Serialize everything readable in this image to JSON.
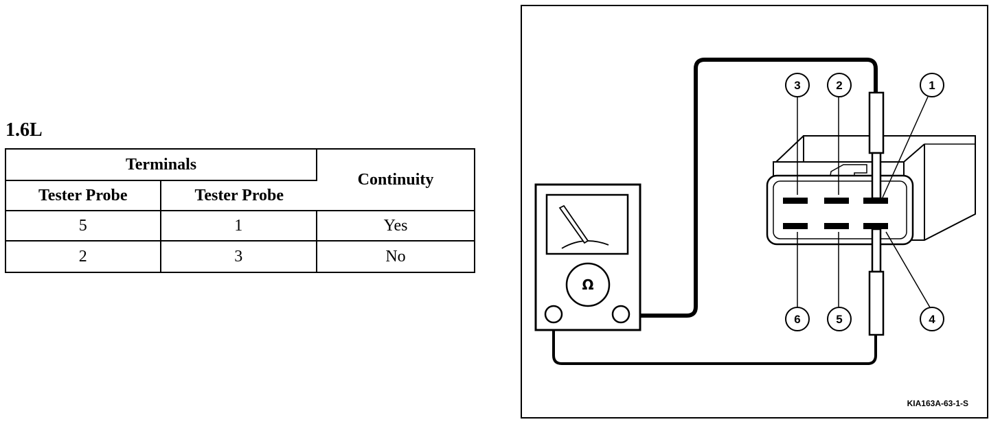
{
  "engine_label": "1.6L",
  "table": {
    "group_header": "Terminals",
    "continuity_header": "Continuity",
    "probe_headers": [
      "Tester Probe",
      "Tester Probe"
    ],
    "rows": [
      {
        "probe1": "5",
        "probe2": "1",
        "continuity": "Yes"
      },
      {
        "probe1": "2",
        "probe2": "3",
        "continuity": "No"
      }
    ]
  },
  "diagram": {
    "ohmmeter_symbol": "Ω",
    "terminal_numbers": [
      "1",
      "2",
      "3",
      "4",
      "5",
      "6"
    ],
    "figure_code": "KIA163A-63-1-S"
  }
}
